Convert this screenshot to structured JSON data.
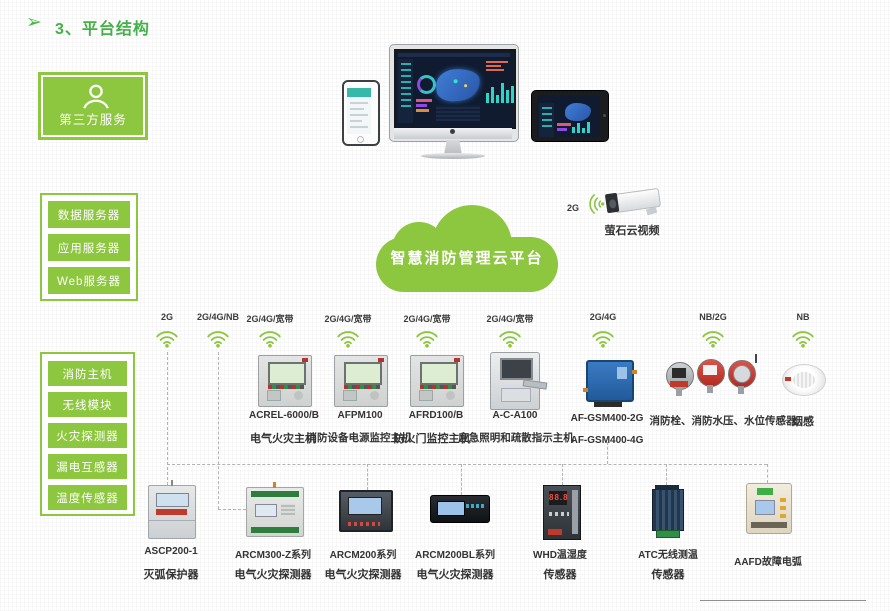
{
  "accent_color": "#8dc63f",
  "title": "3、平台结构",
  "left_column": {
    "third_party_label": "第三方服务",
    "servers": [
      {
        "label": "数据服务器"
      },
      {
        "label": "应用服务器"
      },
      {
        "label": "Web服务器"
      }
    ],
    "device_types": [
      {
        "label": "消防主机"
      },
      {
        "label": "无线模块"
      },
      {
        "label": "火灾探测器"
      },
      {
        "label": "漏电互感器"
      },
      {
        "label": "温度传感器"
      }
    ]
  },
  "cloud_label": "智慧消防管理云平台",
  "camera": {
    "network": "2G",
    "label": "萤石云视频"
  },
  "networks": [
    {
      "label": "2G"
    },
    {
      "label": "2G/4G/NB"
    },
    {
      "label": "2G/4G/宽带"
    },
    {
      "label": "2G/4G/宽带"
    },
    {
      "label": "2G/4G/宽带"
    },
    {
      "label": "2G/4G/宽带"
    },
    {
      "label": "2G/4G"
    },
    {
      "label": "NB/2G"
    },
    {
      "label": "NB"
    }
  ],
  "hosts": [
    {
      "model": "ACREL-6000/B",
      "name": "电气火灾主机"
    },
    {
      "model": "AFPM100",
      "name": "消防设备电源监控主机"
    },
    {
      "model": "AFRD100/B",
      "name": "防火门监控主机"
    },
    {
      "model": "A-C-A100",
      "name": "应急照明和疏散指示主机"
    }
  ],
  "gateway": {
    "models": [
      {
        "label": "AF-GSM400-2G"
      },
      {
        "label": "AF-GSM400-4G"
      }
    ]
  },
  "water_sensors_label": "消防栓、消防水压、水位传感器",
  "smoke_label": "烟感",
  "field_devices": [
    {
      "model": "ASCP200-1",
      "name": "灭弧保护器"
    },
    {
      "model": "ARCM300-Z系列",
      "name": "电气火灾探测器"
    },
    {
      "model": "ARCM200系列",
      "name": "电气火灾探测器"
    },
    {
      "model": "ARCM200BL系列",
      "name": "电气火灾探测器"
    },
    {
      "model": "WHD温湿度",
      "name": "传感器"
    },
    {
      "model": "ATC无线测温",
      "name": "传感器"
    },
    {
      "model": "AAFD故障电弧",
      "name": ""
    }
  ]
}
